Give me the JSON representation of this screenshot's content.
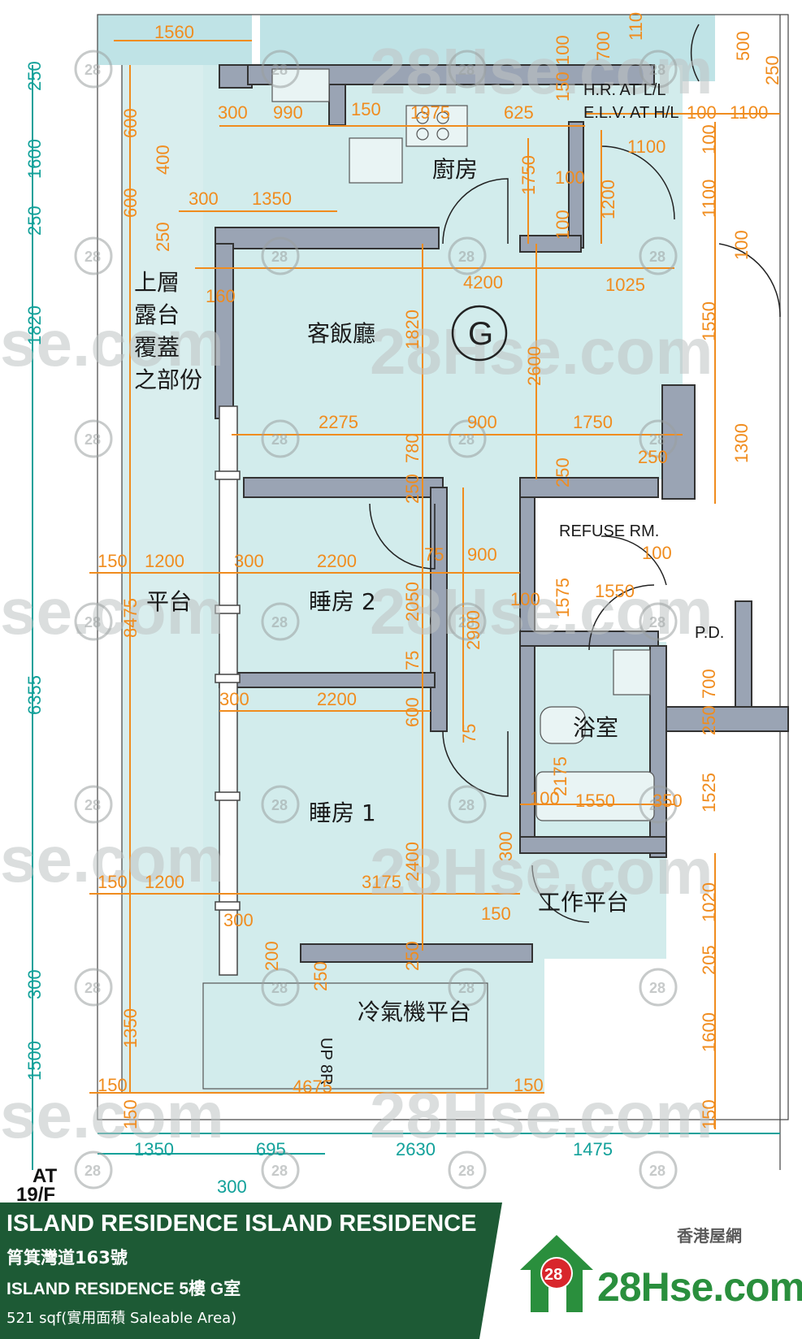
{
  "rooms": {
    "kitchen": "廚房",
    "living_dining": "客飯廳",
    "unit_marker": "G",
    "bedroom2": "睡房 2",
    "bedroom1": "睡房 1",
    "bathroom": "浴室",
    "work_platform": "工作平台",
    "ac_platform": "冷氣機平台",
    "platform": "平台",
    "upper_terrace_line1": "上層",
    "upper_terrace_line2": "露台",
    "upper_terrace_line3": "覆蓋",
    "upper_terrace_line4": "之部份",
    "refuse_room": "REFUSE RM.",
    "pd": "P.D.",
    "hr_label": "H.R. AT L/L",
    "elv_label": "E.L.V. AT H/L",
    "stair_note": "UP 8R",
    "floor_note_1": "AT",
    "floor_note_2": "19/F"
  },
  "dimensions": {
    "d1560": "1560",
    "d300a": "300",
    "d990": "990",
    "d150a": "150",
    "d1975": "1975",
    "d625": "625",
    "d100a": "100",
    "d1100a": "1100",
    "d1100b": "1100",
    "d100b": "100",
    "d1750a": "1750",
    "d1200a": "1200",
    "d300b": "300",
    "d1350a": "1350",
    "d100c": "100",
    "d4200": "4200",
    "d1025": "1025",
    "d160": "160",
    "d1820": "1820",
    "d2600": "2600",
    "d2275": "2275",
    "d900a": "900",
    "d1750b": "1750",
    "d780": "780",
    "d250a": "250",
    "d250b": "250",
    "d250c": "250",
    "d150b": "150",
    "d1200b": "1200",
    "d300c": "300",
    "d2200a": "2200",
    "d75a": "75",
    "d900b": "900",
    "d100d": "100",
    "d1550a": "1550",
    "d1575": "1575",
    "d2050": "2050",
    "d2900": "2900",
    "d100e": "100",
    "d75b": "75",
    "d300d": "300",
    "d2200b": "2200",
    "d600a": "600",
    "d75c": "75",
    "d2175": "2175",
    "d100f": "100",
    "d1550b": "1550",
    "d350": "350",
    "d2400": "2400",
    "d300e": "300",
    "d150c": "150",
    "d1200c": "1200",
    "d3175": "3175",
    "d150d": "150",
    "d300f": "300",
    "d200": "200",
    "d250d": "250",
    "d250e": "250",
    "d1350b": "1350",
    "d150e": "150",
    "d4675": "4675",
    "d150f": "150",
    "d150g": "150",
    "d600b": "600",
    "d400": "400",
    "d600c": "600",
    "d250f": "250",
    "d100g": "100",
    "d150h": "150",
    "d8475": "8475",
    "d100h": "100",
    "d1000": "1100",
    "d500": "500",
    "d250g": "250",
    "d1550c": "1550",
    "d1300": "1300",
    "d100i": "100",
    "d700": "700",
    "d250h": "250",
    "d1525": "1525",
    "d1020": "1020",
    "d205": "205",
    "d1600a": "1600",
    "d150i": "150",
    "d700b": "700",
    "d110": "110"
  },
  "left_dims": {
    "l250a": "250",
    "l1600": "1600",
    "l250b": "250",
    "l1820": "1820",
    "l6355": "6355",
    "l300": "300",
    "l1500": "1500"
  },
  "bottom_dims": {
    "b1350": "1350",
    "b695": "695",
    "b2630": "2630",
    "b1475": "1475",
    "b300": "300"
  },
  "watermark": {
    "big": "28Hse.com",
    "badge": "28",
    "side": "se.com"
  },
  "footer": {
    "line1": "ISLAND RESIDENCE ISLAND RESIDENCE",
    "line2": "筲箕灣道163號",
    "line3": "ISLAND RESIDENCE 5樓 G室",
    "line4": "521 sqf(實用面積 Saleable Area)",
    "brand_cn": "香港屋網",
    "brand_badge": "28",
    "brand_en": "28Hse.com"
  },
  "colors": {
    "room_fill": "#d2ecec",
    "wall": "#9aa4b4",
    "dim_line": "#f08c1e",
    "teal_dim": "#12a19a",
    "footer_green": "#1d5a35",
    "brand_green": "#2a8f3d"
  }
}
